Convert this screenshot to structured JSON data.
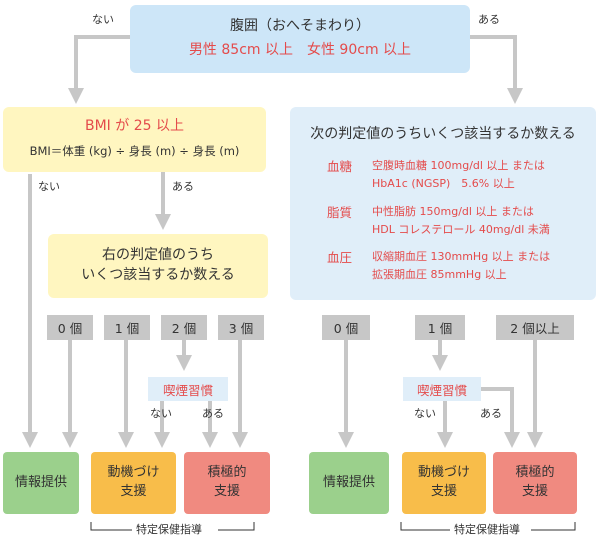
{
  "colors": {
    "accent_red": "#e44b4b",
    "top_box": "#cde6f8",
    "bmi_box": "#fff6c0",
    "criteria_box": "#e0eef9",
    "count_box": "#c7c7c7",
    "connector": "#c7c7c7",
    "info": "#9bd08c",
    "motivation": "#f8bd4a",
    "active": "#f08a80"
  },
  "top": {
    "label_no": "ない",
    "label_yes": "ある",
    "title": "腹囲（おへそまわり）",
    "criteria": "男性 85cm 以上　女性 90cm 以上"
  },
  "left": {
    "bmi_title": "BMI が 25 以上",
    "bmi_formula": "BMI＝体重 (kg) ÷ 身長 (m) ÷ 身長 (m)",
    "branch_no": "ない",
    "branch_yes": "ある",
    "count_question_line1": "右の判定値のうち",
    "count_question_line2": "いくつ該当するか数える",
    "counts": [
      "0 個",
      "1 個",
      "2 個",
      "3 個"
    ],
    "smoking": "喫煙習慣",
    "smoking_no": "ない",
    "smoking_yes": "ある",
    "outcome_info": "情報提供",
    "outcome_motivation_line1": "動機づけ",
    "outcome_motivation_line2": "支援",
    "outcome_active_line1": "積極的",
    "outcome_active_line2": "支援",
    "bracket_label": "特定保健指導"
  },
  "right": {
    "criteria_title": "次の判定値のうちいくつ該当するか数える",
    "items": [
      {
        "name": "血糖",
        "line1": "空腹時血糖 100mg/dl 以上 または",
        "line2": "HbA1c (NGSP)　5.6% 以上"
      },
      {
        "name": "脂質",
        "line1": "中性脂肪 150mg/dl 以上 または",
        "line2": "HDL コレステロール 40mg/dl 未満"
      },
      {
        "name": "血圧",
        "line1": "収縮期血圧 130mmHg 以上 または",
        "line2": "拡張期血圧 85mmHg 以上"
      }
    ],
    "counts": [
      "0 個",
      "1 個",
      "2 個以上"
    ],
    "smoking": "喫煙習慣",
    "smoking_no": "ない",
    "smoking_yes": "ある",
    "outcome_info": "情報提供",
    "outcome_motivation_line1": "動機づけ",
    "outcome_motivation_line2": "支援",
    "outcome_active_line1": "積極的",
    "outcome_active_line2": "支援",
    "bracket_label": "特定保健指導"
  }
}
